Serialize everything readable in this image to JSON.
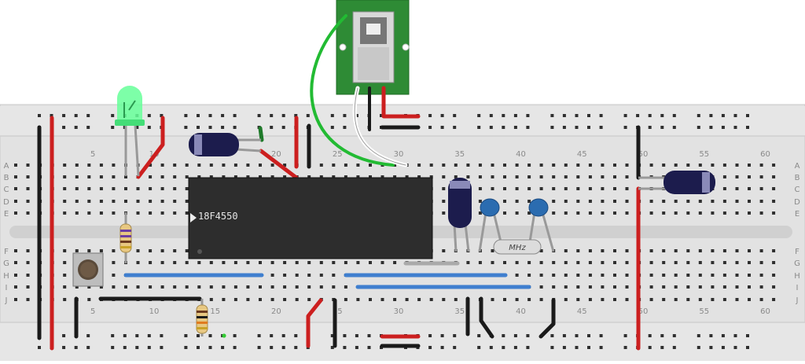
{
  "breadboard": {
    "row_letters_top": [
      "A",
      "B",
      "C",
      "D",
      "E"
    ],
    "row_letters_bottom": [
      "F",
      "G",
      "H",
      "I",
      "J"
    ],
    "column_numbers": [
      "5",
      "10",
      "15",
      "20",
      "25",
      "30",
      "35",
      "40",
      "45",
      "50",
      "55",
      "60"
    ]
  },
  "chip": {
    "label": "18F4550"
  },
  "crystal": {
    "label": "MHz"
  },
  "colors": {
    "board": "#e2e2e2",
    "chip": "#2d2d2d",
    "wire_red": "#cc1f1f",
    "wire_black": "#1a1a1a",
    "wire_blue": "#3f7fcf",
    "wire_green": "#22bb33",
    "pcb": "#2e8b35",
    "led": "#66ff99",
    "capacitor_electrolytic": "#1c1c4d",
    "capacitor_ceramic": "#2b6cb0",
    "hole_highlight": "#33cc33"
  }
}
